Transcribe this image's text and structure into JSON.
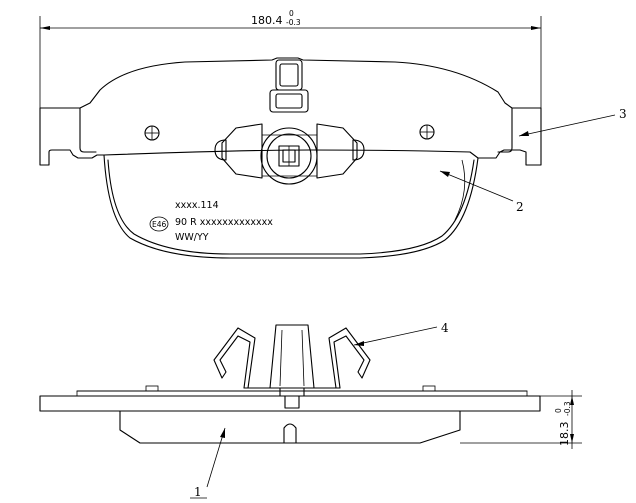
{
  "dimensions": {
    "width": {
      "value": "180.4",
      "upper": "0",
      "lower": "-0.3"
    },
    "thickness": {
      "value": "18.3",
      "upper": "0",
      "lower": "-0.3"
    }
  },
  "marking": {
    "line1": "xxxx.114",
    "emark": "E46",
    "line2": "90 R xxxxxxxxxxxxx",
    "line3": "WW/YY"
  },
  "callouts": [
    "1",
    "2",
    "3",
    "4"
  ]
}
